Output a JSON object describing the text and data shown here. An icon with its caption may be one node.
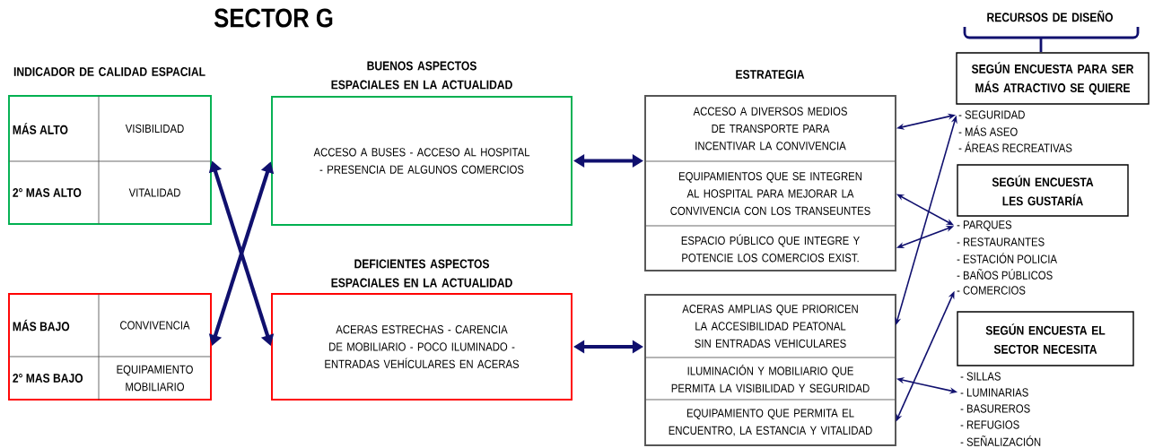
{
  "diagram": {
    "title": "SECTOR G",
    "nodes": [
      {
        "text": [],
        "shape": "box"
      },
      {
        "text": [
          "MÁS ALTO"
        ],
        "in": 0
      },
      {
        "text": [
          "VISIBILIDAD"
        ],
        "in": 0
      },
      {
        "text": [
          "2° MAS ALTO"
        ],
        "in": 0
      },
      {
        "text": [
          "VITALIDAD"
        ],
        "in": 0
      },
      {
        "text": [],
        "shape": "box"
      },
      {
        "text": [
          "MÁS BAJO"
        ],
        "in": 5
      },
      {
        "text": [
          "CONVIVENCIA"
        ],
        "in": 5
      },
      {
        "text": [
          "2° MAS BAJO"
        ],
        "in": 5
      },
      {
        "text": [
          "EQUIPAMIENTO MOBILIARIO"
        ],
        "in": 5
      },
      {
        "text": [
          "BUENOS ASPECTOS ESPACIALES EN LA ACTUALIDAD",
          "ACCESO A  BUSES - ACCESO AL HOSPITAL - PRESENCIA DE ALGUNOS COMERCIOS"
        ]
      },
      {
        "text": [
          "DEFICIENTES ASPECTOS ESPACIALES EN LA ACTUALIDAD",
          "ACERAS ESTRECHAS - CARENCIA DE MOBILIARIO - POCO ILUMINADO - ENTRADAS VEHÍCULARES EN ACERAS"
        ]
      },
      {
        "text": [],
        "shape": "box"
      },
      {
        "text": [
          "ACCESO A DIVERSOS MEDIOS DE TRANSPORTE PARA INCENTIVAR LA CONVIVENCIA"
        ],
        "in": 12
      },
      {
        "text": [
          "EQUIPAMIENTOS QUE SE INTEGREN AL HOSPITAL PARA MEJORAR LA CONVIVENCIA CON LOS TRANSEUNTES"
        ],
        "in": 12
      },
      {
        "text": [
          "ESPACIO PÚBLICO QUE INTEGRE Y POTENCIE LOS COMERCIOS EXIST."
        ],
        "in": 12
      },
      {
        "text": [],
        "shape": "box"
      },
      {
        "text": [
          "ACERAS AMPLIAS QUE PRIORICEN LA ACCESIBILIDAD PEATONAL SIN ENTRADAS VEHICULARES"
        ],
        "in": 16
      },
      {
        "text": [
          "ILUMINACIÓN Y MOBILIARIO QUE PERMITA LA VISIBILIDAD Y SEGURIDAD"
        ],
        "in": 16
      },
      {
        "text": [
          "EQUIPAMIENTO QUE PERMITA EL ENCUENTRO, LA ESTANCIA Y VITALIDAD"
        ],
        "in": 16
      },
      {
        "text": [
          "SEGÚN ENCUESTA PARA SER MÁS ATRACTIVO SE QUIERE"
        ]
      },
      {
        "text": [
          "- SEGURIDAD"
        ]
      },
      {
        "text": [
          "- MÁS ASEO"
        ]
      },
      {
        "text": [
          "- ÁREAS RECREATIVAS"
        ]
      },
      {
        "text": [
          "SEGÚN ENCUESTA LES GUSTARÍA"
        ]
      },
      {
        "text": [
          "- PARQUES"
        ]
      },
      {
        "text": [
          "- RESTAURANTES"
        ]
      },
      {
        "text": [
          "- ESTACIÓN POLICIA"
        ]
      },
      {
        "text": [
          "- BAÑOS PÚBLICOS"
        ]
      },
      {
        "text": [
          "- COMERCIOS"
        ]
      },
      {
        "text": [
          "SEGÚN ENCUESTA EL SECTOR NECESITA"
        ]
      },
      {
        "text": [
          "- SILLAS"
        ]
      },
      {
        "text": [
          "- LUMINARIAS"
        ]
      },
      {
        "text": [
          "- BASUREROS"
        ]
      },
      {
        "text": [
          "- REFUGIOS"
        ]
      },
      {
        "text": [
          "- SEÑALIZACIÓN"
        ]
      }
    ],
    "edges": [
      {
        "from": 0,
        "to": 11,
        "arrow": "both",
        "style": "thick"
      },
      {
        "from": 5,
        "to": 10,
        "arrow": "both",
        "style": "thick"
      },
      {
        "from": 10,
        "to": 12,
        "arrow": "both",
        "style": "thick"
      },
      {
        "from": 11,
        "to": 16,
        "arrow": "both",
        "style": "thick"
      },
      {
        "from": 13,
        "to": 21,
        "arrow": "both"
      },
      {
        "from": 14,
        "to": 25,
        "arrow": "both"
      },
      {
        "from": 15,
        "to": 25,
        "arrow": "both"
      },
      {
        "from": 17,
        "to": 21,
        "arrow": "both"
      },
      {
        "from": 18,
        "to": 32,
        "arrow": "both"
      },
      {
        "from": 19,
        "to": 29,
        "arrow": "both"
      }
    ],
    "labels": [
      "RECURSOS DE DISEÑO",
      "INDICADOR DE CALIDAD ESPACIAL",
      "ESTRATEGIA"
    ]
  }
}
